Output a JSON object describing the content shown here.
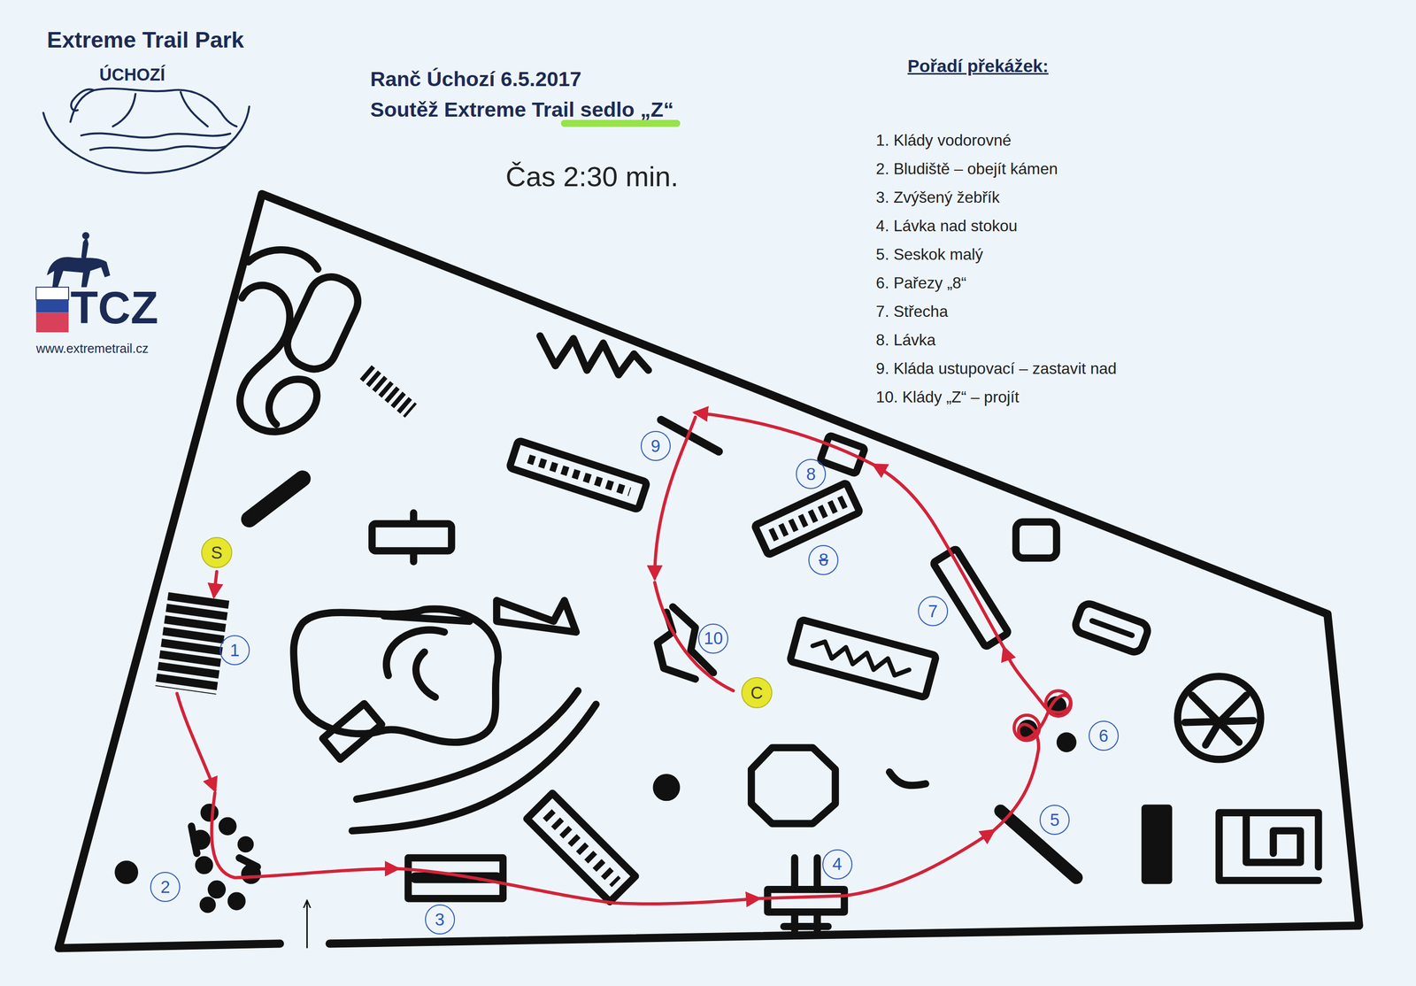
{
  "diagram": {
    "title": "Ranč Úchozí 6.5.2017",
    "nodes": [
      {
        "text": [
          "9"
        ]
      },
      {
        "text": [
          "8"
        ]
      },
      {
        "text": [
          "S"
        ]
      },
      {
        "text": [
          "8"
        ]
      },
      {
        "text": [
          "7"
        ]
      },
      {
        "text": [
          "10"
        ]
      },
      {
        "text": [
          "1"
        ]
      },
      {
        "text": [
          "C"
        ]
      },
      {
        "text": [
          "6"
        ]
      },
      {
        "text": [
          "5"
        ]
      },
      {
        "text": [
          "4"
        ]
      },
      {
        "text": [
          "2"
        ]
      },
      {
        "text": [
          "3"
        ]
      }
    ],
    "labels": [
      "Extreme Trail Park",
      "ÚCHOZÍ",
      "TCZ",
      "www.extremetrail.cz",
      "Soutěž Extreme Trail sedlo „Z“",
      "Čas 2:30 min.",
      "Pořadí překážek:",
      "1. Klády vodorovné",
      "2. Bludiště – obejít kámen",
      "3. Zvýšený žebřík",
      "4. Lávka nad stokou",
      "5. Seskok malý",
      "6. Pařezy „8“",
      "7. Střecha",
      "8. Lávka",
      "9. Kláda ustupovací – zastavit nad",
      "10. Klády „Z“ – projít"
    ]
  }
}
